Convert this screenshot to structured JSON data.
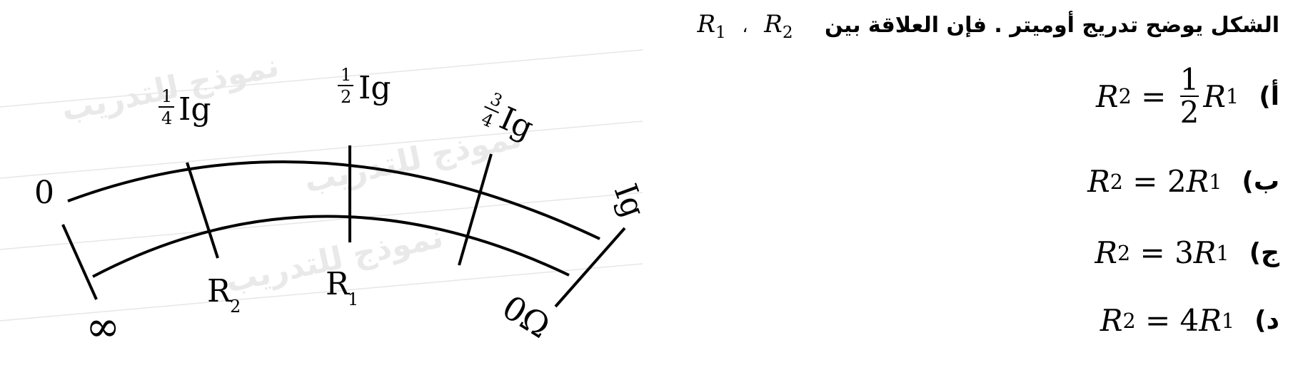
{
  "question": {
    "text": "الشكل يوضح تدريج أوميتر . فإن العلاقة بين",
    "vars": [
      "R",
      "2",
      "،",
      "R",
      "1"
    ]
  },
  "scale": {
    "top_labels": {
      "zero": "0",
      "quarter_num": "1",
      "quarter_den": "4",
      "half_num": "1",
      "half_den": "2",
      "three_q_num": "3",
      "three_q_den": "4",
      "unit": "Ig",
      "full": "Ig"
    },
    "bottom_labels": {
      "infinity": "∞",
      "r2": "R",
      "r2_sub": "2",
      "r1": "R",
      "r1_sub": "1",
      "zero_ohm": "0Ω"
    },
    "watermark": "نموذج للتدريب"
  },
  "options": [
    {
      "letter": "أ)",
      "lhs": "R",
      "lhs_sub": "2",
      "eq": " = ",
      "coef_num": "1",
      "coef_den": "2",
      "rhs": "R",
      "rhs_sub": "1"
    },
    {
      "letter": "ب)",
      "lhs": "R",
      "lhs_sub": "2",
      "eq": " = ",
      "coef": "2",
      "rhs": "R",
      "rhs_sub": "1"
    },
    {
      "letter": "ج)",
      "lhs": "R",
      "lhs_sub": "2",
      "eq": " = ",
      "coef": "3",
      "rhs": "R",
      "rhs_sub": "1"
    },
    {
      "letter": "د)",
      "lhs": "R",
      "lhs_sub": "2",
      "eq": " = ",
      "coef": "4",
      "rhs": "R",
      "rhs_sub": "1"
    }
  ]
}
